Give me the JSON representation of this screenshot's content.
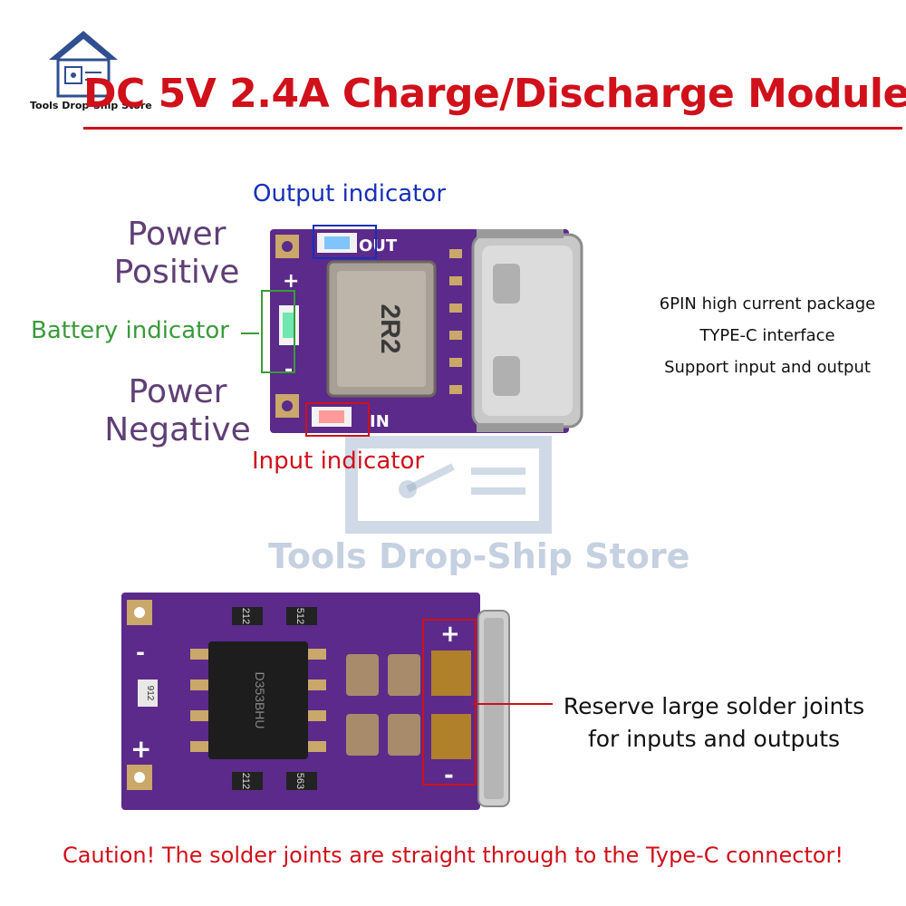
{
  "header": {
    "title": "DC 5V 2.4A Charge/Discharge Module",
    "store_logo_text": "Tools Drop-Ship Store"
  },
  "top_board": {
    "labels": {
      "power_positive": "Power Positive",
      "power_negative": "Power Negative",
      "battery_indicator": "Battery indicator",
      "output_indicator": "Output indicator",
      "input_indicator": "Input indicator"
    },
    "silkscreen": {
      "out": "OUT",
      "in": "IN",
      "plus": "+",
      "minus": "-",
      "inductor": "2R2"
    },
    "features": [
      "6PIN high current package",
      "TYPE-C interface",
      "Support input and output"
    ]
  },
  "watermark": {
    "text": "Tools Drop-Ship Store"
  },
  "bottom_board": {
    "reserve_text_line1": "Reserve large solder joints",
    "reserve_text_line2": "for inputs and outputs",
    "silkscreen": {
      "plus": "+",
      "minus": "-",
      "chip": "D353BHU",
      "r1": "212",
      "r2": "512",
      "r3": "912",
      "r4": "212",
      "r5": "563"
    }
  },
  "footer": {
    "caution": "Caution! The solder joints are straight through to the Type-C connector!"
  },
  "colors": {
    "title_red": "#d0101a",
    "pcb_purple": "#5b2a8a",
    "label_purple": "#5f3f76",
    "indicator_blue": "#1530b8",
    "indicator_green": "#3a9a3a"
  }
}
